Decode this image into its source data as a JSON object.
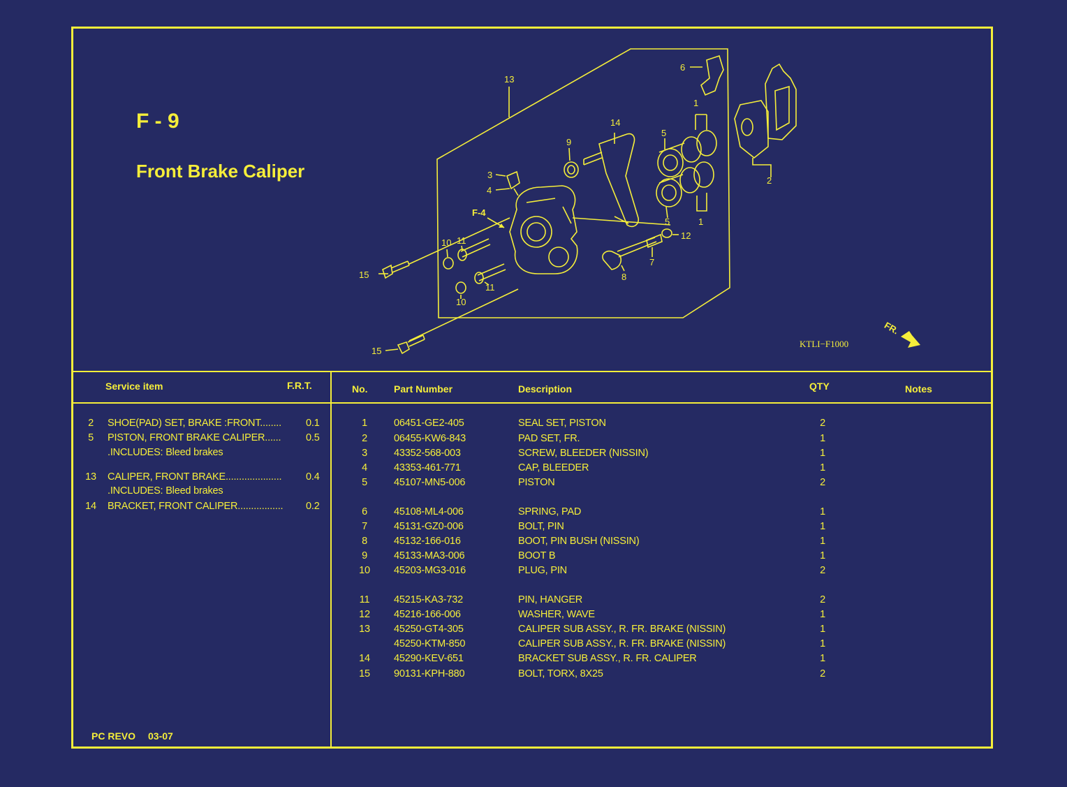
{
  "header": {
    "section_code": "F - 9",
    "section_title": "Front Brake Caliper",
    "diagram_ref": "KTLI−F1000",
    "direction_label": "FR."
  },
  "diagram_labels": {
    "l1a": "1",
    "l1b": "1",
    "l2": "2",
    "l3": "3",
    "l4": "4",
    "l5a": "5",
    "l5b": "5",
    "l6": "6",
    "l7": "7",
    "l8": "8",
    "l9": "9",
    "l10a": "10",
    "l10b": "10",
    "l11a": "11",
    "l11b": "11",
    "l12": "12",
    "l13": "13",
    "l14": "14",
    "l15a": "15",
    "l15b": "15",
    "lf4": "F-4"
  },
  "service_table": {
    "header_item": "Service item",
    "header_frt": "F.R.T.",
    "rows": [
      {
        "no": "2",
        "name": "SHOE(PAD) SET, BRAKE :FRONT........",
        "frt": "0.1"
      },
      {
        "no": "5",
        "name": "PISTON, FRONT BRAKE CALIPER......",
        "frt": "0.5"
      },
      {
        "no": "",
        "name": ".INCLUDES: Bleed brakes",
        "frt": ""
      },
      {
        "no": "13",
        "name": "CALIPER, FRONT BRAKE.....................",
        "frt": "0.4"
      },
      {
        "no": "",
        "name": ".INCLUDES: Bleed brakes",
        "frt": ""
      },
      {
        "no": "14",
        "name": "BRACKET, FRONT CALIPER.................",
        "frt": "0.2"
      }
    ]
  },
  "parts_table": {
    "headers": {
      "no": "No.",
      "part": "Part Number",
      "desc": "Description",
      "qty": "QTY",
      "notes": "Notes"
    },
    "rows": [
      {
        "no": "1",
        "part": "06451-GE2-405",
        "desc": "SEAL SET, PISTON",
        "qty": "2"
      },
      {
        "no": "2",
        "part": "06455-KW6-843",
        "desc": "PAD SET, FR.",
        "qty": "1"
      },
      {
        "no": "3",
        "part": "43352-568-003",
        "desc": "SCREW, BLEEDER  (NISSIN)",
        "qty": "1"
      },
      {
        "no": "4",
        "part": "43353-461-771",
        "desc": "CAP, BLEEDER",
        "qty": "1"
      },
      {
        "no": "5",
        "part": "45107-MN5-006",
        "desc": "PISTON",
        "qty": "2"
      },
      {
        "no": "6",
        "part": "45108-ML4-006",
        "desc": "SPRING, PAD",
        "qty": "1"
      },
      {
        "no": "7",
        "part": "45131-GZ0-006",
        "desc": "BOLT, PIN",
        "qty": "1"
      },
      {
        "no": "8",
        "part": "45132-166-016",
        "desc": "BOOT, PIN BUSH (NISSIN)",
        "qty": "1"
      },
      {
        "no": "9",
        "part": "45133-MA3-006",
        "desc": "BOOT B",
        "qty": "1"
      },
      {
        "no": "10",
        "part": "45203-MG3-016",
        "desc": "PLUG, PIN",
        "qty": "2"
      },
      {
        "no": "11",
        "part": "45215-KA3-732",
        "desc": "PIN, HANGER",
        "qty": "2"
      },
      {
        "no": "12",
        "part": "45216-166-006",
        "desc": "WASHER, WAVE",
        "qty": "1"
      },
      {
        "no": "13",
        "part": "45250-GT4-305",
        "desc": "CALIPER SUB ASSY., R. FR. BRAKE (NISSIN)",
        "qty": "1"
      },
      {
        "no": "",
        "part": "45250-KTM-850",
        "desc": "CALIPER SUB ASSY., R. FR. BRAKE (NISSIN)",
        "qty": "1"
      },
      {
        "no": "14",
        "part": "45290-KEV-651",
        "desc": "BRACKET SUB ASSY., R. FR. CALIPER",
        "qty": "1"
      },
      {
        "no": "15",
        "part": "90131-KPH-880",
        "desc": "BOLT, TORX, 8X25",
        "qty": "2"
      }
    ]
  },
  "footer": {
    "model": "PC REVO",
    "date": "03-07"
  }
}
